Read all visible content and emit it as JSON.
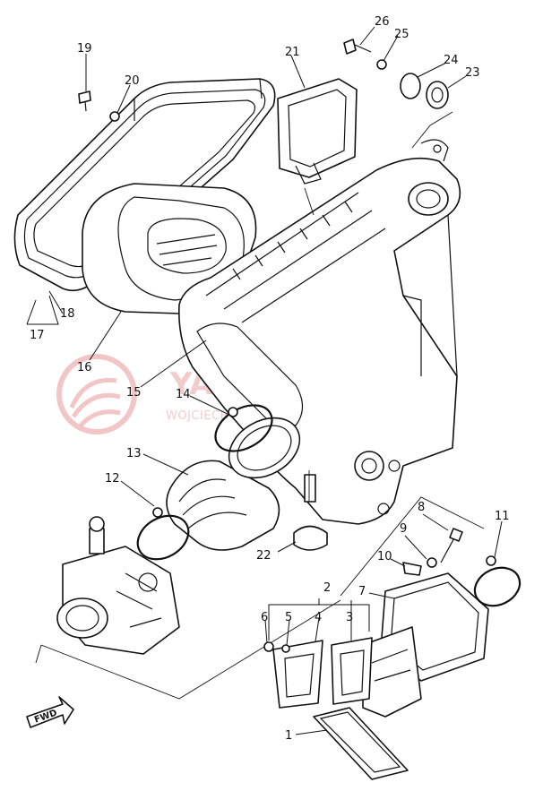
{
  "diagram": {
    "part_labels": [
      "1",
      "2",
      "3",
      "4",
      "5",
      "6",
      "7",
      "8",
      "9",
      "10",
      "11",
      "12",
      "13",
      "14",
      "15",
      "16",
      "17",
      "18",
      "19",
      "20",
      "21",
      "22",
      "23",
      "24",
      "25",
      "26"
    ],
    "direction_marker": "FWD"
  },
  "watermark": {
    "main_text": "YAMA-SKLEP.PL",
    "sub_text": "WOJCIECHOWICZ DEALER YAMAHA",
    "color": "#e9a0a0"
  }
}
